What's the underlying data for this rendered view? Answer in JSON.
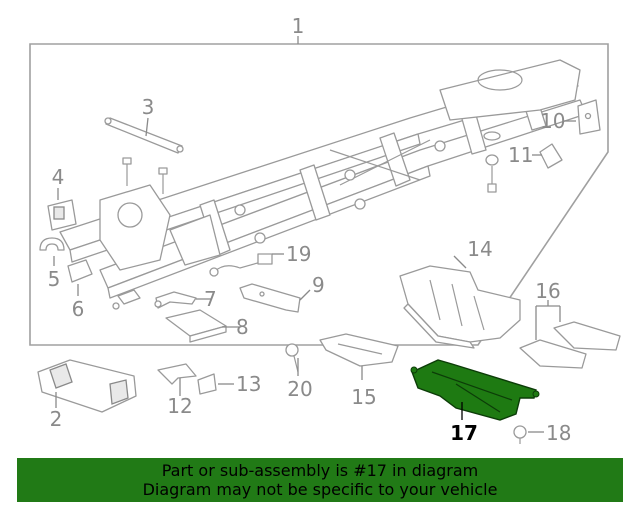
{
  "diagram": {
    "callouts": [
      "1",
      "2",
      "3",
      "4",
      "5",
      "6",
      "7",
      "8",
      "9",
      "10",
      "11",
      "12",
      "13",
      "14",
      "15",
      "16",
      "17",
      "18",
      "19",
      "20"
    ],
    "highlight_callout": "17",
    "highlight_color": "#1e7a12"
  },
  "banner": {
    "line1": "Part or sub-assembly is #17 in diagram",
    "line2": "Diagram may not be specific to your vehicle",
    "background": "#217a16"
  }
}
